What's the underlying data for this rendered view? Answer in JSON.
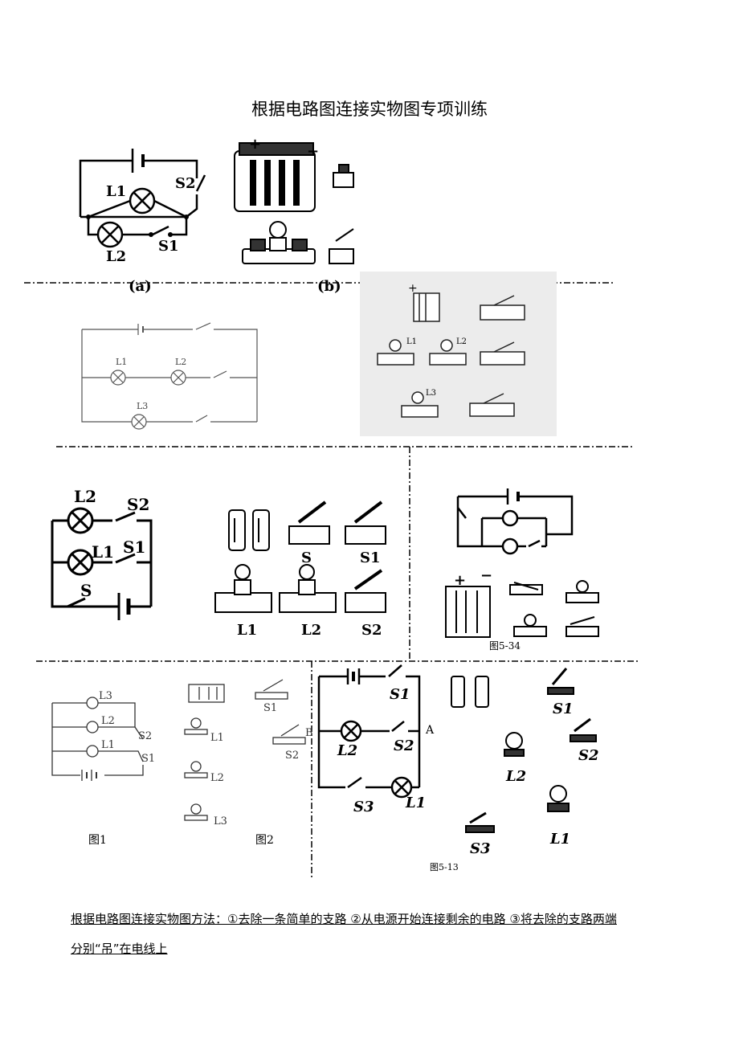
{
  "title": "根据电路图连接实物图专项训练",
  "section1": {
    "caption_a": "(a)",
    "caption_b": "(b)",
    "labels": {
      "l1": "L1",
      "l2": "L2",
      "s1": "S1",
      "s2": "S2",
      "plus": "+",
      "minus": "−"
    }
  },
  "section2": {
    "labels": {
      "l1": "L1",
      "l2": "L2",
      "l3": "L3"
    }
  },
  "section3": {
    "labels": {
      "l1": "L1",
      "l2": "L2",
      "s": "S",
      "s1": "S1",
      "s2": "S2"
    },
    "figure_id": "图5-34"
  },
  "section4": {
    "fig1": "图1",
    "fig2": "图2",
    "labels": {
      "l1": "L1",
      "l2": "L2",
      "l3": "L3",
      "s1": "S1",
      "s2": "S2",
      "s3": "S3",
      "a": "A",
      "b": "B"
    },
    "figure_id": "图5-13"
  },
  "method": {
    "line1": "根据电路图连接实物图方法：①去除一条简单的支路 ②从电源开始连接剩余的电路 ③将去除的支路两端",
    "line2": "分别“吊”在电线上"
  }
}
